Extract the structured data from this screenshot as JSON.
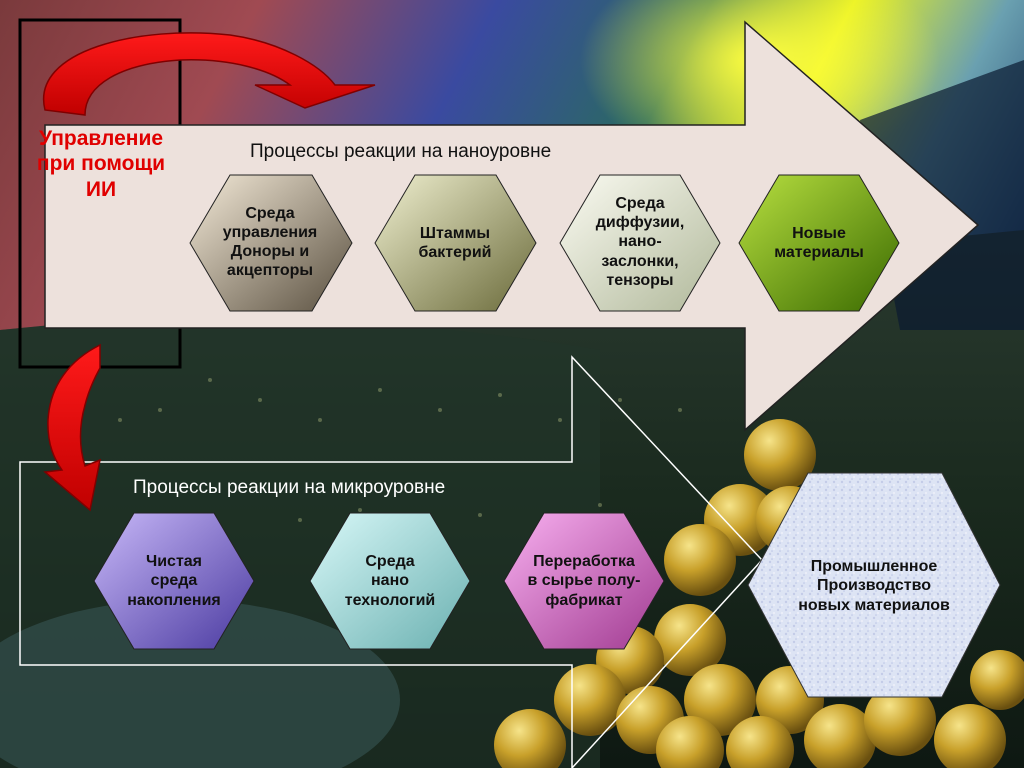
{
  "ai_control": {
    "label": "Управление\nпри помощи\nИИ",
    "color": "#e00000"
  },
  "nano": {
    "title": "Процессы реакции на наноуровне",
    "steps": [
      {
        "label": "Среда\nуправления\nДоноры и\nакцепторы"
      },
      {
        "label": "Штаммы\nбактерий"
      },
      {
        "label": "Среда\nдиффузии,\nнано-\nзаслонки,\nтензоры"
      },
      {
        "label": "Новые\nматериалы"
      }
    ]
  },
  "micro": {
    "title": "Процессы реакции на микроуровне",
    "steps": [
      {
        "label": "Чистая\nсреда\nнакопления"
      },
      {
        "label": "Среда\nнано\nтехнологий"
      },
      {
        "label": "Переработка\nв сырье полу-\nфабрикат"
      }
    ]
  },
  "result": {
    "label": "Промышленное\nПроизводство\nновых материалов"
  }
}
